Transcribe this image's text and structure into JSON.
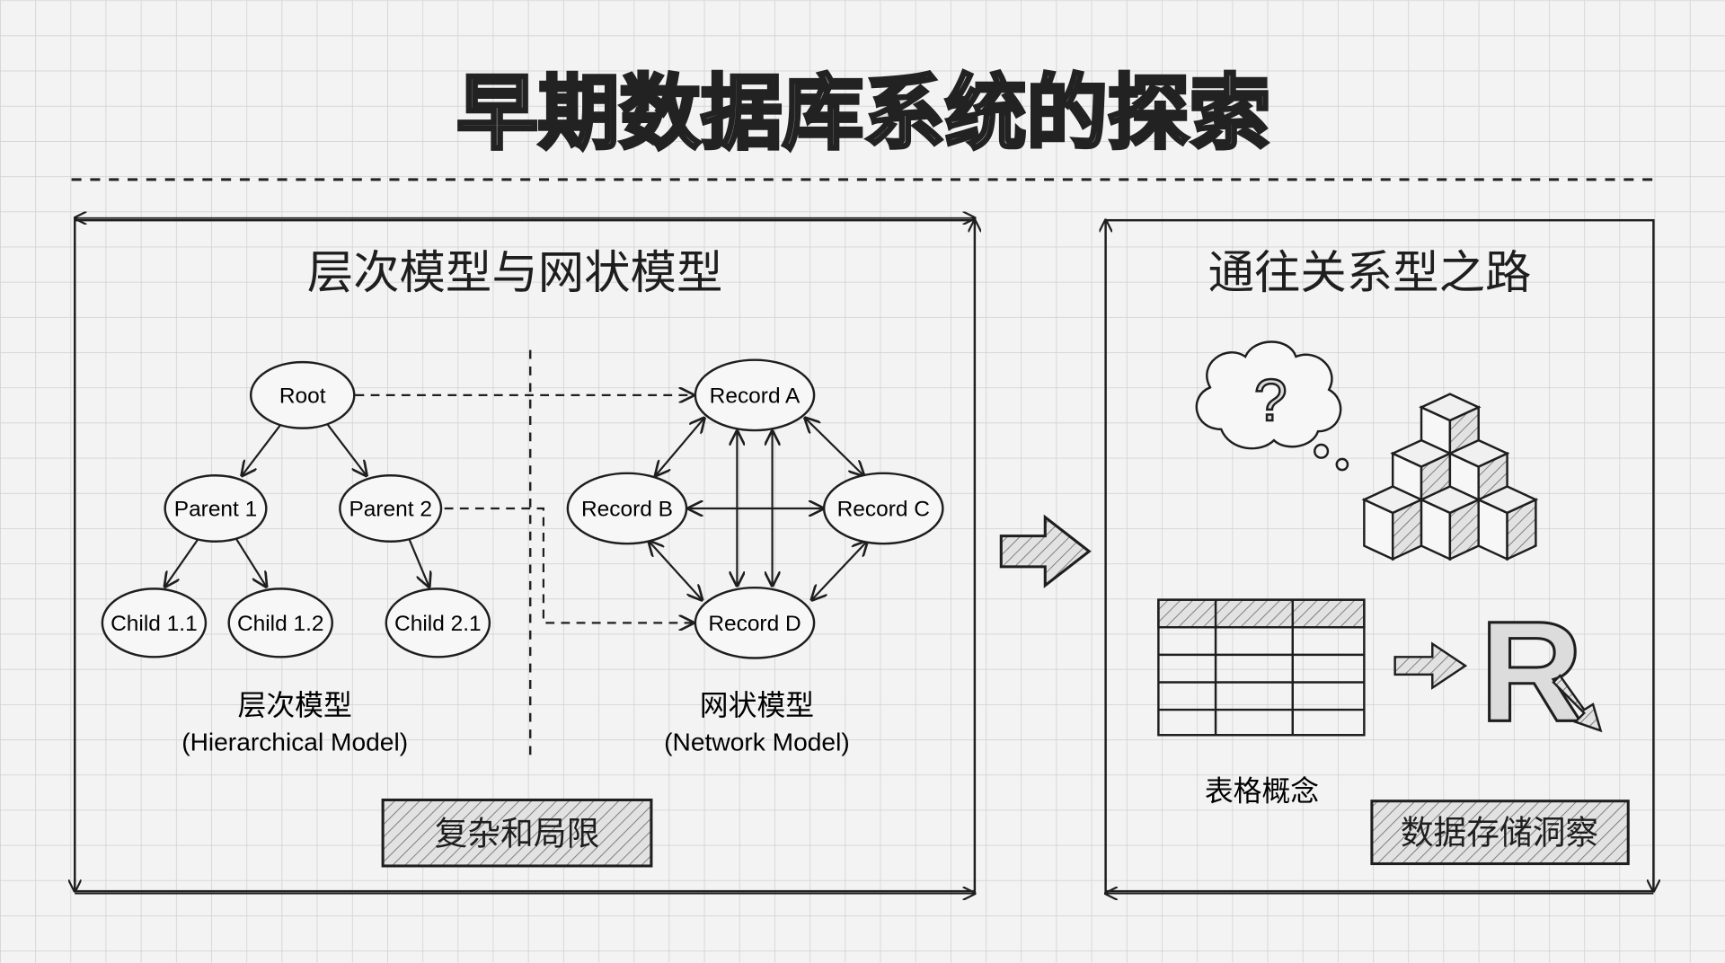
{
  "title": "早期数据库系统的探索",
  "left_panel": {
    "heading": "层次模型与网状模型",
    "hierarchical": {
      "nodes": [
        "Root",
        "Parent 1",
        "Parent 2",
        "Child 1.1",
        "Child 1.2",
        "Child 2.1"
      ],
      "label_cn": "层次模型",
      "label_en": "(Hierarchical Model)"
    },
    "network": {
      "nodes": [
        "Record A",
        "Record B",
        "Record C",
        "Record D"
      ],
      "label_cn": "网状模型",
      "label_en": "(Network Model)"
    },
    "badge": "复杂和局限"
  },
  "right_panel": {
    "heading": "通往关系型之路",
    "cloud_symbol": "?",
    "table_label": "表格概念",
    "r_letter": "R",
    "badge": "数据存储洞察"
  },
  "colors": {
    "ink": "#1e1e1e",
    "paper": "#f3f3f3",
    "grid": "#cfcfcf",
    "hatch_fill": "#d8d8d8"
  }
}
